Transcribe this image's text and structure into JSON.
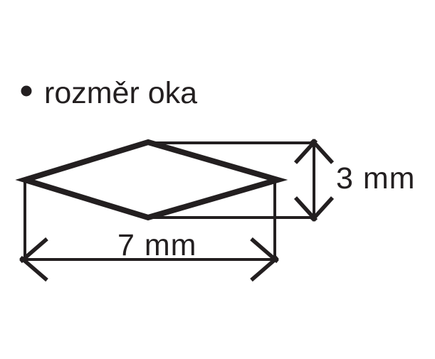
{
  "colors": {
    "ink": "#231f20",
    "background": "#ffffff"
  },
  "list_item": {
    "bullet_glyph": "•",
    "title": "rozměr oka"
  },
  "diagram": {
    "shape": "rhombus-mesh-opening",
    "width_mm": 7,
    "height_mm": 3,
    "width_label": "7 mm",
    "height_label": "3 mm"
  }
}
